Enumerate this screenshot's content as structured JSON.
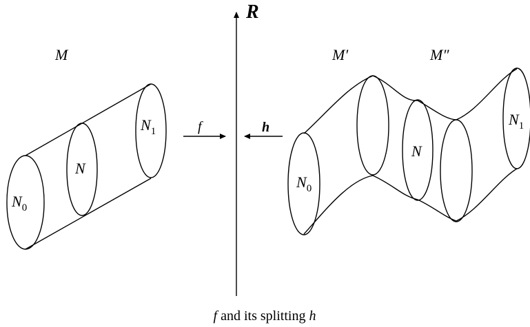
{
  "axis": {
    "label": "R"
  },
  "left_cobordism": {
    "label": "M",
    "slices": {
      "start": "N",
      "start_sub": "0",
      "middle": "N",
      "end": "N",
      "end_sub": "1"
    }
  },
  "map_f": {
    "label": "f"
  },
  "map_h": {
    "label": "h"
  },
  "right_cobordism": {
    "label_prime": "M′",
    "label_double_prime": "M″",
    "slices": {
      "start": "N",
      "start_sub": "0",
      "middle": "N",
      "end": "N",
      "end_sub": "1"
    }
  },
  "caption": {
    "part1": "f",
    "part2": " and its splitting ",
    "part3": "h"
  }
}
